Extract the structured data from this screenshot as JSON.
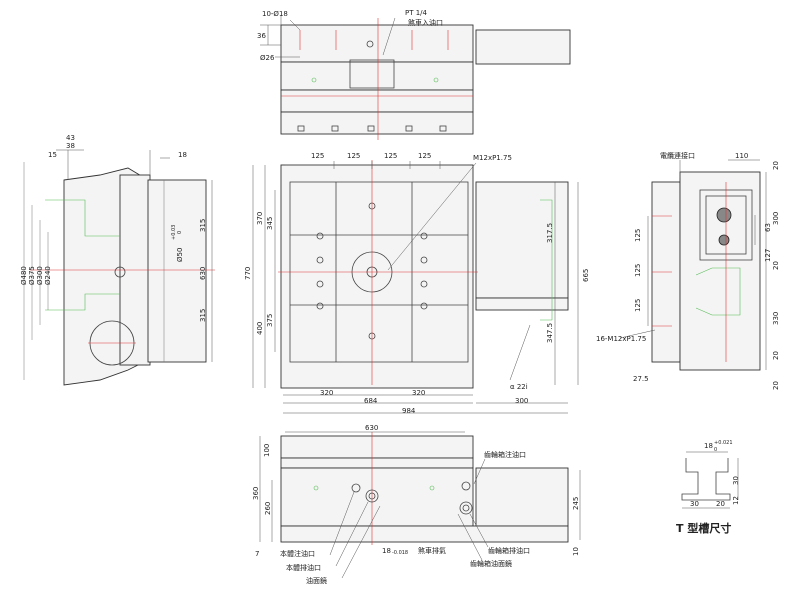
{
  "top_view": {
    "holes": "10-Ø18",
    "dim_36": "36",
    "dim_26": "Ø26",
    "pt": "PT 1/4",
    "brake_port": "煞車入油口"
  },
  "left_view": {
    "d43": "43",
    "d38": "38",
    "d15": "15",
    "d18": "18",
    "d480": "Ø480",
    "d375": "Ø375",
    "d300": "Ø300",
    "d240": "Ø240",
    "bore": "Ø50",
    "bore_tol_upper": "+0.03",
    "bore_tol_lower": "0",
    "d315a": "315",
    "d630": "630",
    "d315b": "315"
  },
  "main_view": {
    "d125a": "125",
    "d125b": "125",
    "d125c": "125",
    "d125d": "125",
    "m12": "M12xP1.75",
    "d370": "370",
    "d345": "345",
    "d770": "770",
    "d400": "400",
    "d375": "375",
    "d3175": "317.5",
    "d3475": "347.5",
    "d665": "665",
    "alpha": "α 22i",
    "d320a": "320",
    "d320b": "320",
    "d684": "684",
    "d984": "984",
    "d300": "300"
  },
  "right_view": {
    "connector": "電纜連接口",
    "d110": "110",
    "d20a": "20",
    "d20b": "20",
    "d20c": "20",
    "d20d": "20",
    "d300": "300",
    "d63": "63",
    "d127": "127",
    "d330": "330",
    "d125a": "125",
    "d125b": "125",
    "d125c": "125",
    "holes": "16-M12xP1.75",
    "d275": "27.5"
  },
  "bottom_view": {
    "d630": "630",
    "d100": "100",
    "d360": "360",
    "d260": "260",
    "d7": "7",
    "d245": "245",
    "d10": "10",
    "gear_fill": "齒輪箱注油口",
    "body_fill": "本體注油口",
    "body_drain": "本體排油口",
    "oil_gauge": "油面鏡",
    "d18": "18",
    "tol": "-0.018",
    "brake_vent": "煞車排氣",
    "gear_drain": "齒輪箱排油口",
    "gear_gauge": "齒輪箱油面鏡"
  },
  "tslot": {
    "d18": "18",
    "tol_upper": "+0.021",
    "tol_lower": "0",
    "d30a": "30",
    "d12": "12",
    "d30b": "30",
    "d20": "20",
    "title": "T 型槽尺寸"
  }
}
